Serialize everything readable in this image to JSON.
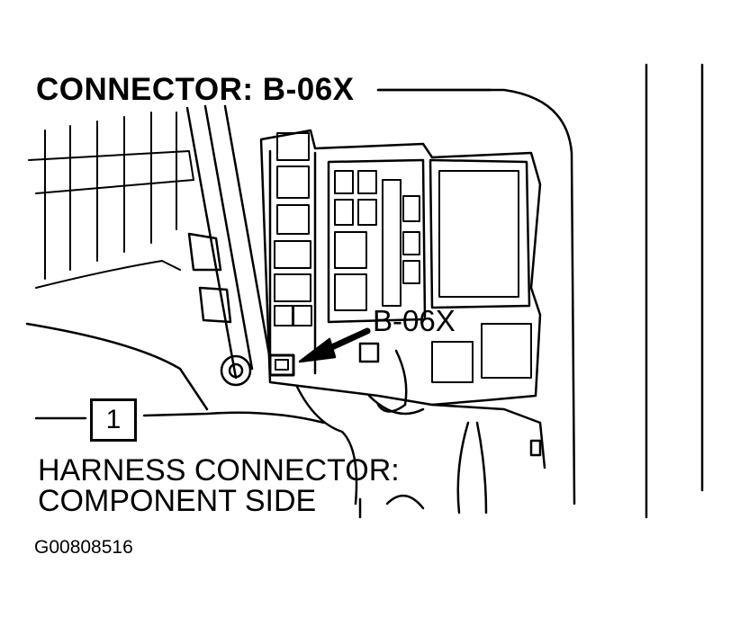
{
  "diagram": {
    "title": "CONNECTOR: B-06X",
    "callout_label": "B-06X",
    "reference_number": "1",
    "caption_line1": "HARNESS CONNECTOR:",
    "caption_line2": "COMPONENT SIDE",
    "figure_id": "G00808516"
  },
  "colors": {
    "ink": "#000000",
    "paper": "#ffffff"
  }
}
